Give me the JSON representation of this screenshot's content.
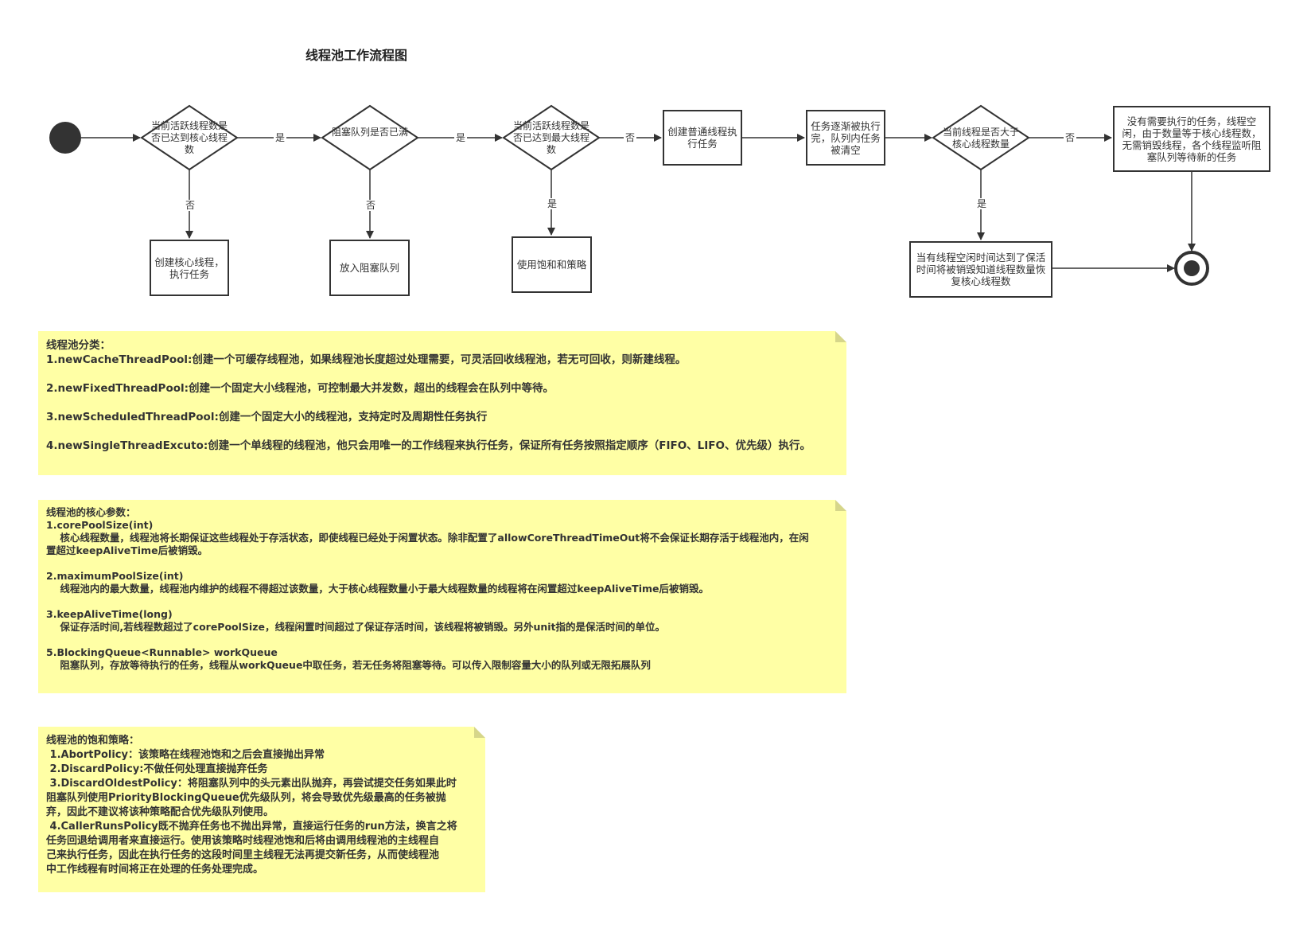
{
  "title": "线程池工作流程图",
  "flow": {
    "d1": "当前活跃线程数是否已达到核心线程数",
    "d2": "阻塞队列是否已满",
    "d3": "当前活跃线程数是否已达到最大线程数",
    "r_create_normal": "创建普通线程执行任务",
    "r_tasks_cleared": "任务逐渐被执行完，队列内任务被清空",
    "d4": "当前线程是否大于核心线程数量",
    "r_no_task": "没有需要执行的任务，线程空闲，由于数量等于核心线程数，无需销毁线程，各个线程监听阻塞队列等待新的任务",
    "r_create_core": "创建核心线程，执行任务",
    "r_enqueue": "放入阻塞队列",
    "r_reject": "使用饱和和策略",
    "r_destroy": "当有线程空闲时间达到了保活时间将被销毁知道线程数量恢复核心线程数",
    "yes": "是",
    "no": "否"
  },
  "note1": {
    "heading": "线程池分类：",
    "items": [
      "1.newCacheThreadPool:创建一个可缓存线程池，如果线程池长度超过处理需要，可灵活回收线程池，若无可回收，则新建线程。",
      "2.newFixedThreadPool:创建一个固定大小线程池，可控制最大并发数，超出的线程会在队列中等待。",
      "3.newScheduledThreadPool:创建一个固定大小的线程池，支持定时及周期性任务执行",
      "4.newSingleThreadExcuto:创建一个单线程的线程池，他只会用唯一的工作线程来执行任务，保证所有任务按照指定顺序（FIFO、LIFO、优先级）执行。"
    ]
  },
  "note2": {
    "heading": "线程池的核心参数：",
    "p1_title": "1.corePoolSize(int)",
    "p1_desc_1": "    核心线程数量，线程池将长期保证这些线程处于存活状态，即使线程已经处于闲置状态。除非配置了allowCoreThreadTimeOut将不会保证长期存活于线程池内，在闲",
    "p1_desc_2": "置超过keepAliveTime后被销毁。",
    "p2_title": "2.maximumPoolSize(int)",
    "p2_desc": "    线程池内的最大数量，线程池内维护的线程不得超过该数量，大于核心线程数量小于最大线程数量的线程将在闲置超过keepAliveTime后被销毁。",
    "p3_title": "3.keepAliveTime(long)",
    "p3_desc": "    保证存活时间,若线程数超过了corePoolSize，线程闲置时间超过了保证存活时间，该线程将被销毁。另外unit指的是保活时间的单位。",
    "p4_title": "5.BlockingQueue<Runnable> workQueue",
    "p4_desc": "    阻塞队列，存放等待执行的任务，线程从workQueue中取任务，若无任务将阻塞等待。可以传入限制容量大小的队列或无限拓展队列"
  },
  "note3": {
    "heading": "线程池的饱和策略：",
    "lines": [
      " 1.AbortPolicy：该策略在线程池饱和之后会直接抛出异常",
      " 2.DiscardPolicy:不做任何处理直接抛弃任务",
      " 3.DiscardOldestPolicy：将阻塞队列中的头元素出队抛弃，再尝试提交任务如果此时",
      "阻塞队列使用PriorityBlockingQueue优先级队列，将会导致优先级最高的任务被抛",
      "弃，因此不建议将该种策略配合优先级队列使用。",
      " 4.CallerRunsPolicy既不抛弃任务也不抛出异常，直接运行任务的run方法，换言之将",
      "任务回退给调用者来直接运行。使用该策略时线程池饱和后将由调用线程池的主线程自",
      "己来执行任务，因此在执行任务的这段时间里主线程无法再提交新任务，从而使线程池",
      "中工作线程有时间将正在处理的任务处理完成。"
    ]
  },
  "colors": {
    "note_bg": "#ffffa5",
    "stroke": "#333333"
  }
}
